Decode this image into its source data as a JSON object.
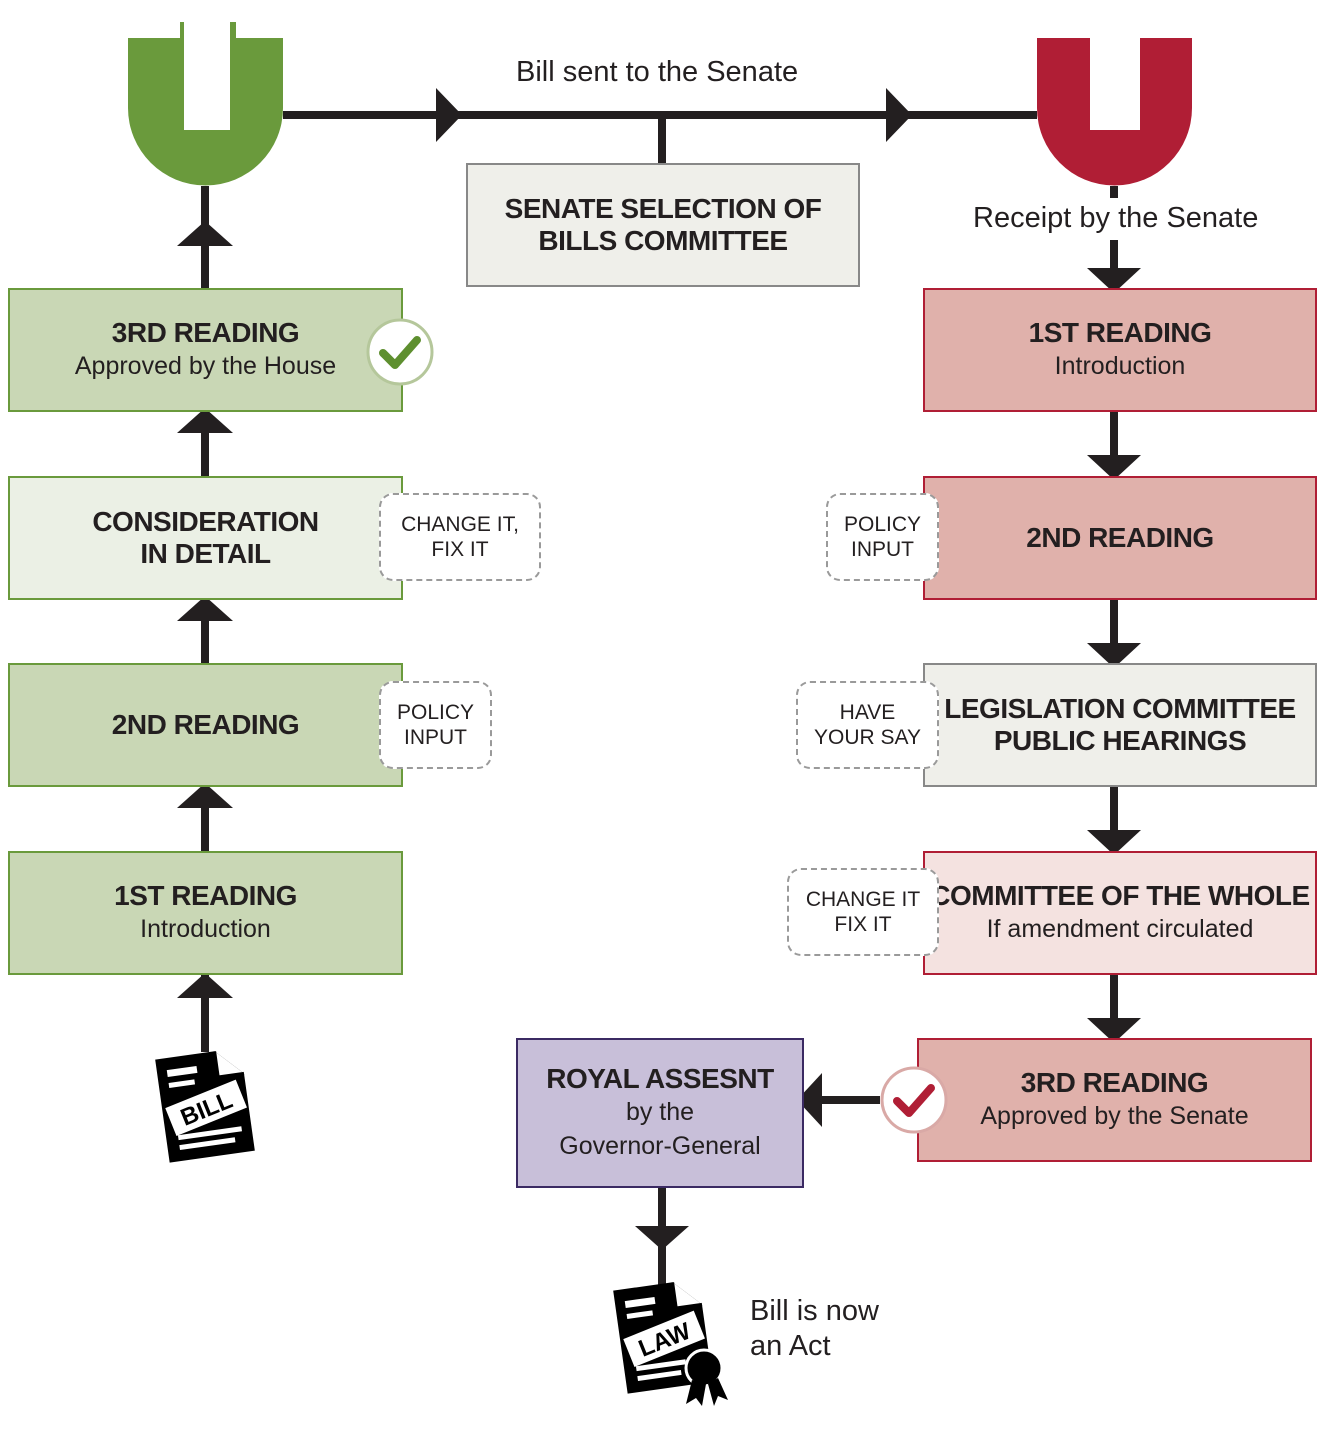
{
  "flow": {
    "top_label": "Bill sent to the Senate",
    "senate_receipt": "Receipt by the Senate",
    "senate_selection": {
      "line1": "SENATE SELECTION OF",
      "line2": "BILLS COMMITTEE"
    },
    "end_label": {
      "line1": "Bill is now",
      "line2": "an Act"
    }
  },
  "house": {
    "stages": [
      {
        "title": "3RD READING",
        "subtitle": "Approved by the House"
      },
      {
        "title1": "CONSIDERATION",
        "title2": "IN DETAIL"
      },
      {
        "title": "2ND READING"
      },
      {
        "title": "1ST READING",
        "subtitle": "Introduction"
      }
    ],
    "notes": [
      {
        "line1": "CHANGE IT,",
        "line2": "FIX IT"
      },
      {
        "line1": "POLICY",
        "line2": "INPUT"
      }
    ],
    "start_icon": "BILL"
  },
  "senate": {
    "stages": [
      {
        "title": "1ST READING",
        "subtitle": "Introduction"
      },
      {
        "title": "2ND READING"
      },
      {
        "title1": "LEGISLATION COMMITTEE",
        "title2": "PUBLIC HEARINGS"
      },
      {
        "title": "COMMITTEE OF THE WHOLE",
        "subtitle": "If amendment circulated"
      },
      {
        "title": "3RD READING",
        "subtitle": "Approved by the Senate"
      }
    ],
    "notes": [
      {
        "line1": "POLICY",
        "line2": "INPUT"
      },
      {
        "line1": "HAVE",
        "line2": "YOUR SAY"
      },
      {
        "line1": "CHANGE IT",
        "line2": "FIX IT"
      }
    ]
  },
  "royal_assent": {
    "title": "ROYAL ASSESNT",
    "line1": "by the",
    "line2": "Governor-General"
  },
  "end_icon": "LAW",
  "colors": {
    "house_green": "#6a9a3c",
    "senate_red": "#b01e35",
    "arrow": "#231f20"
  },
  "icons": [
    "house-chamber-icon",
    "senate-chamber-icon",
    "check-icon",
    "bill-document-icon",
    "law-document-icon"
  ]
}
